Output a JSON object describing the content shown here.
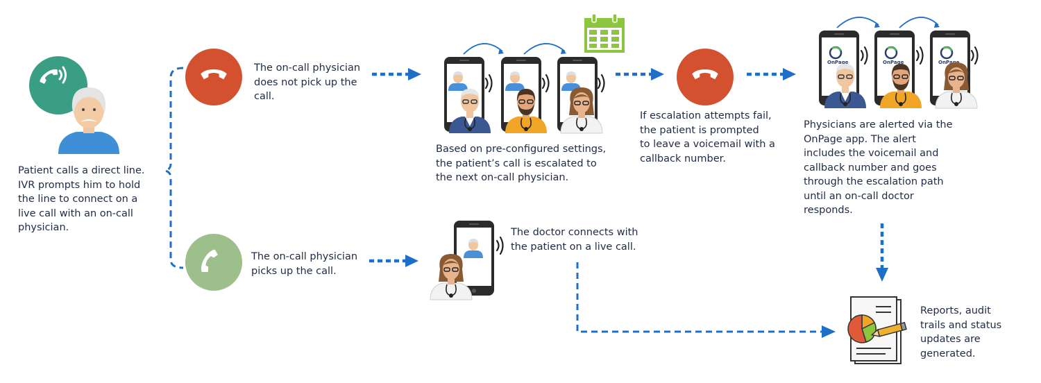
{
  "steps": {
    "patient_call": "Patient calls a direct line.\nIVR  prompts him to hold\nthe line to connect on a\nlive call with an on-call\nphysician.",
    "no_pickup": "The on-call physician\ndoes not pick up the\ncall.",
    "escalated": "Based on pre-configured settings,\nthe patient’s call is escalated to\nthe next on-call physician.",
    "voicemail": "If escalation attempts fail,\nthe patient is prompted\nto leave a voicemail with a\ncallback number.",
    "onpage_alert": "Physicians are alerted via the\nOnPage app. The alert\nincludes the voicemail and\ncallback number and goes\nthrough the escalation path\nuntil an on-call doctor\nresponds.",
    "pickup": "The on-call physician\npicks up the call.",
    "live_call": "The doctor connects with\nthe patient on a live call.",
    "reports": "Reports, audit\ntrails and status\nupdates are\ngenerated."
  },
  "logo_text": "OnPage",
  "colors": {
    "arrow_blue": "#1f6fc6",
    "decline_red": "#d4512f",
    "accept_green": "#9cbf8c",
    "patient_circle": "#3a9e84",
    "calendar_green": "#8cc63f",
    "navy_coat": "#3b5893",
    "orange_shirt": "#f0a527"
  },
  "icons": [
    "phone-call-icon",
    "decline-call-icon",
    "accept-call-icon",
    "smartphone-icon",
    "calendar-icon",
    "report-chart-icon",
    "doctor-avatar",
    "patient-avatar"
  ]
}
